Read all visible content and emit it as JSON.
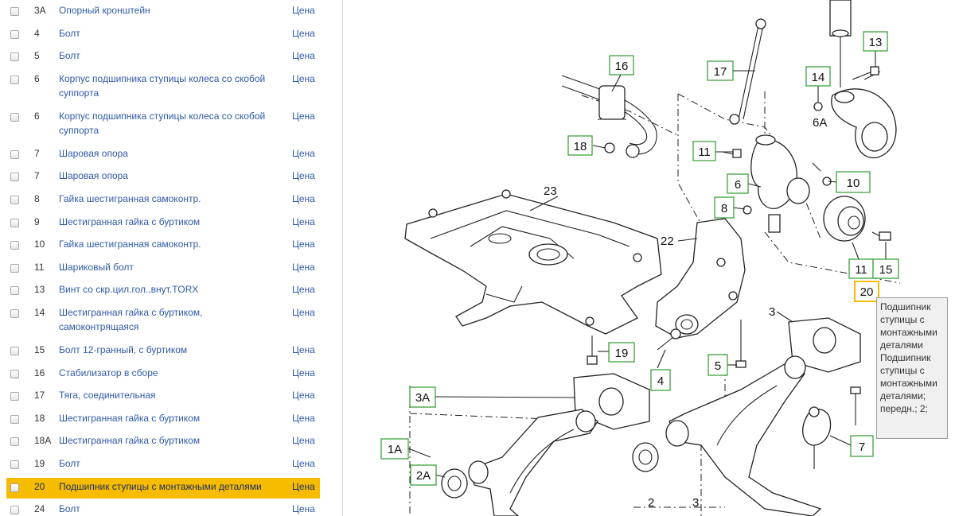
{
  "parts_list": {
    "rows": [
      {
        "num": "3A",
        "name": "Опорный кронштейн",
        "price": "Цена"
      },
      {
        "num": "4",
        "name": "Болт",
        "price": "Цена"
      },
      {
        "num": "5",
        "name": "Болт",
        "price": "Цена"
      },
      {
        "num": "6",
        "name": "Корпус подшипника ступицы колеса со скобой суппорта",
        "price": "Цена"
      },
      {
        "num": "6",
        "name": "Корпус подшипника ступицы колеса со скобой суппорта",
        "price": "Цена"
      },
      {
        "num": "7",
        "name": "Шаровая опора",
        "price": "Цена"
      },
      {
        "num": "7",
        "name": "Шаровая опора",
        "price": "Цена"
      },
      {
        "num": "8",
        "name": "Гайка шестигранная самоконтр.",
        "price": "Цена"
      },
      {
        "num": "9",
        "name": "Шестигранная гайка с буртиком",
        "price": "Цена"
      },
      {
        "num": "10",
        "name": "Гайка шестигранная самоконтр.",
        "price": "Цена"
      },
      {
        "num": "11",
        "name": "Шариковый болт",
        "price": "Цена"
      },
      {
        "num": "13",
        "name": "Винт со скр.цил.гол.,внут.TORX",
        "price": "Цена"
      },
      {
        "num": "14",
        "name": "Шестигранная гайка с буртиком, самоконтрящаяся",
        "price": "Цена"
      },
      {
        "num": "15",
        "name": "Болт 12-гранный, с буртиком",
        "price": "Цена"
      },
      {
        "num": "16",
        "name": "Стабилизатор в сборе",
        "price": "Цена"
      },
      {
        "num": "17",
        "name": "Тяга, соединительная",
        "price": "Цена"
      },
      {
        "num": "18",
        "name": "Шестигранная гайка с буртиком",
        "price": "Цена"
      },
      {
        "num": "18A",
        "name": "Шестигранная гайка с буртиком",
        "price": "Цена"
      },
      {
        "num": "19",
        "name": "Болт",
        "price": "Цена"
      },
      {
        "num": "20",
        "name": "Подшипник ступицы с монтажными деталями",
        "price": "Цена",
        "selected": true
      },
      {
        "num": "24",
        "name": "Болт",
        "price": "Цена"
      }
    ]
  },
  "diagram": {
    "labels": {
      "l16": "16",
      "l17": "17",
      "l13": "13",
      "l14": "14",
      "l6A": "6A",
      "l18": "18",
      "l11a": "11",
      "l6": "6",
      "l10": "10",
      "l8": "8",
      "l23": "23",
      "l22": "22",
      "l11b": "11",
      "l15": "15",
      "l20": "20",
      "l3": "3",
      "l19": "19",
      "l4": "4",
      "l5": "5",
      "l3A": "3A",
      "l1A": "1A",
      "l2A": "2A",
      "l7": "7",
      "l2": "2",
      "l3b": "3"
    }
  },
  "tooltip": {
    "lines": [
      "Подшипник",
      "ступицы с",
      "монтажными",
      "деталями",
      "Подшипник",
      "ступицы с",
      "монтажными",
      "деталями;",
      "передн.; 2;"
    ]
  },
  "colors": {
    "selected_row": "#f7bb00",
    "link": "#2f5aa8",
    "callout_border": "#2e9a2e",
    "highlight_callout": "#f7bb00"
  }
}
